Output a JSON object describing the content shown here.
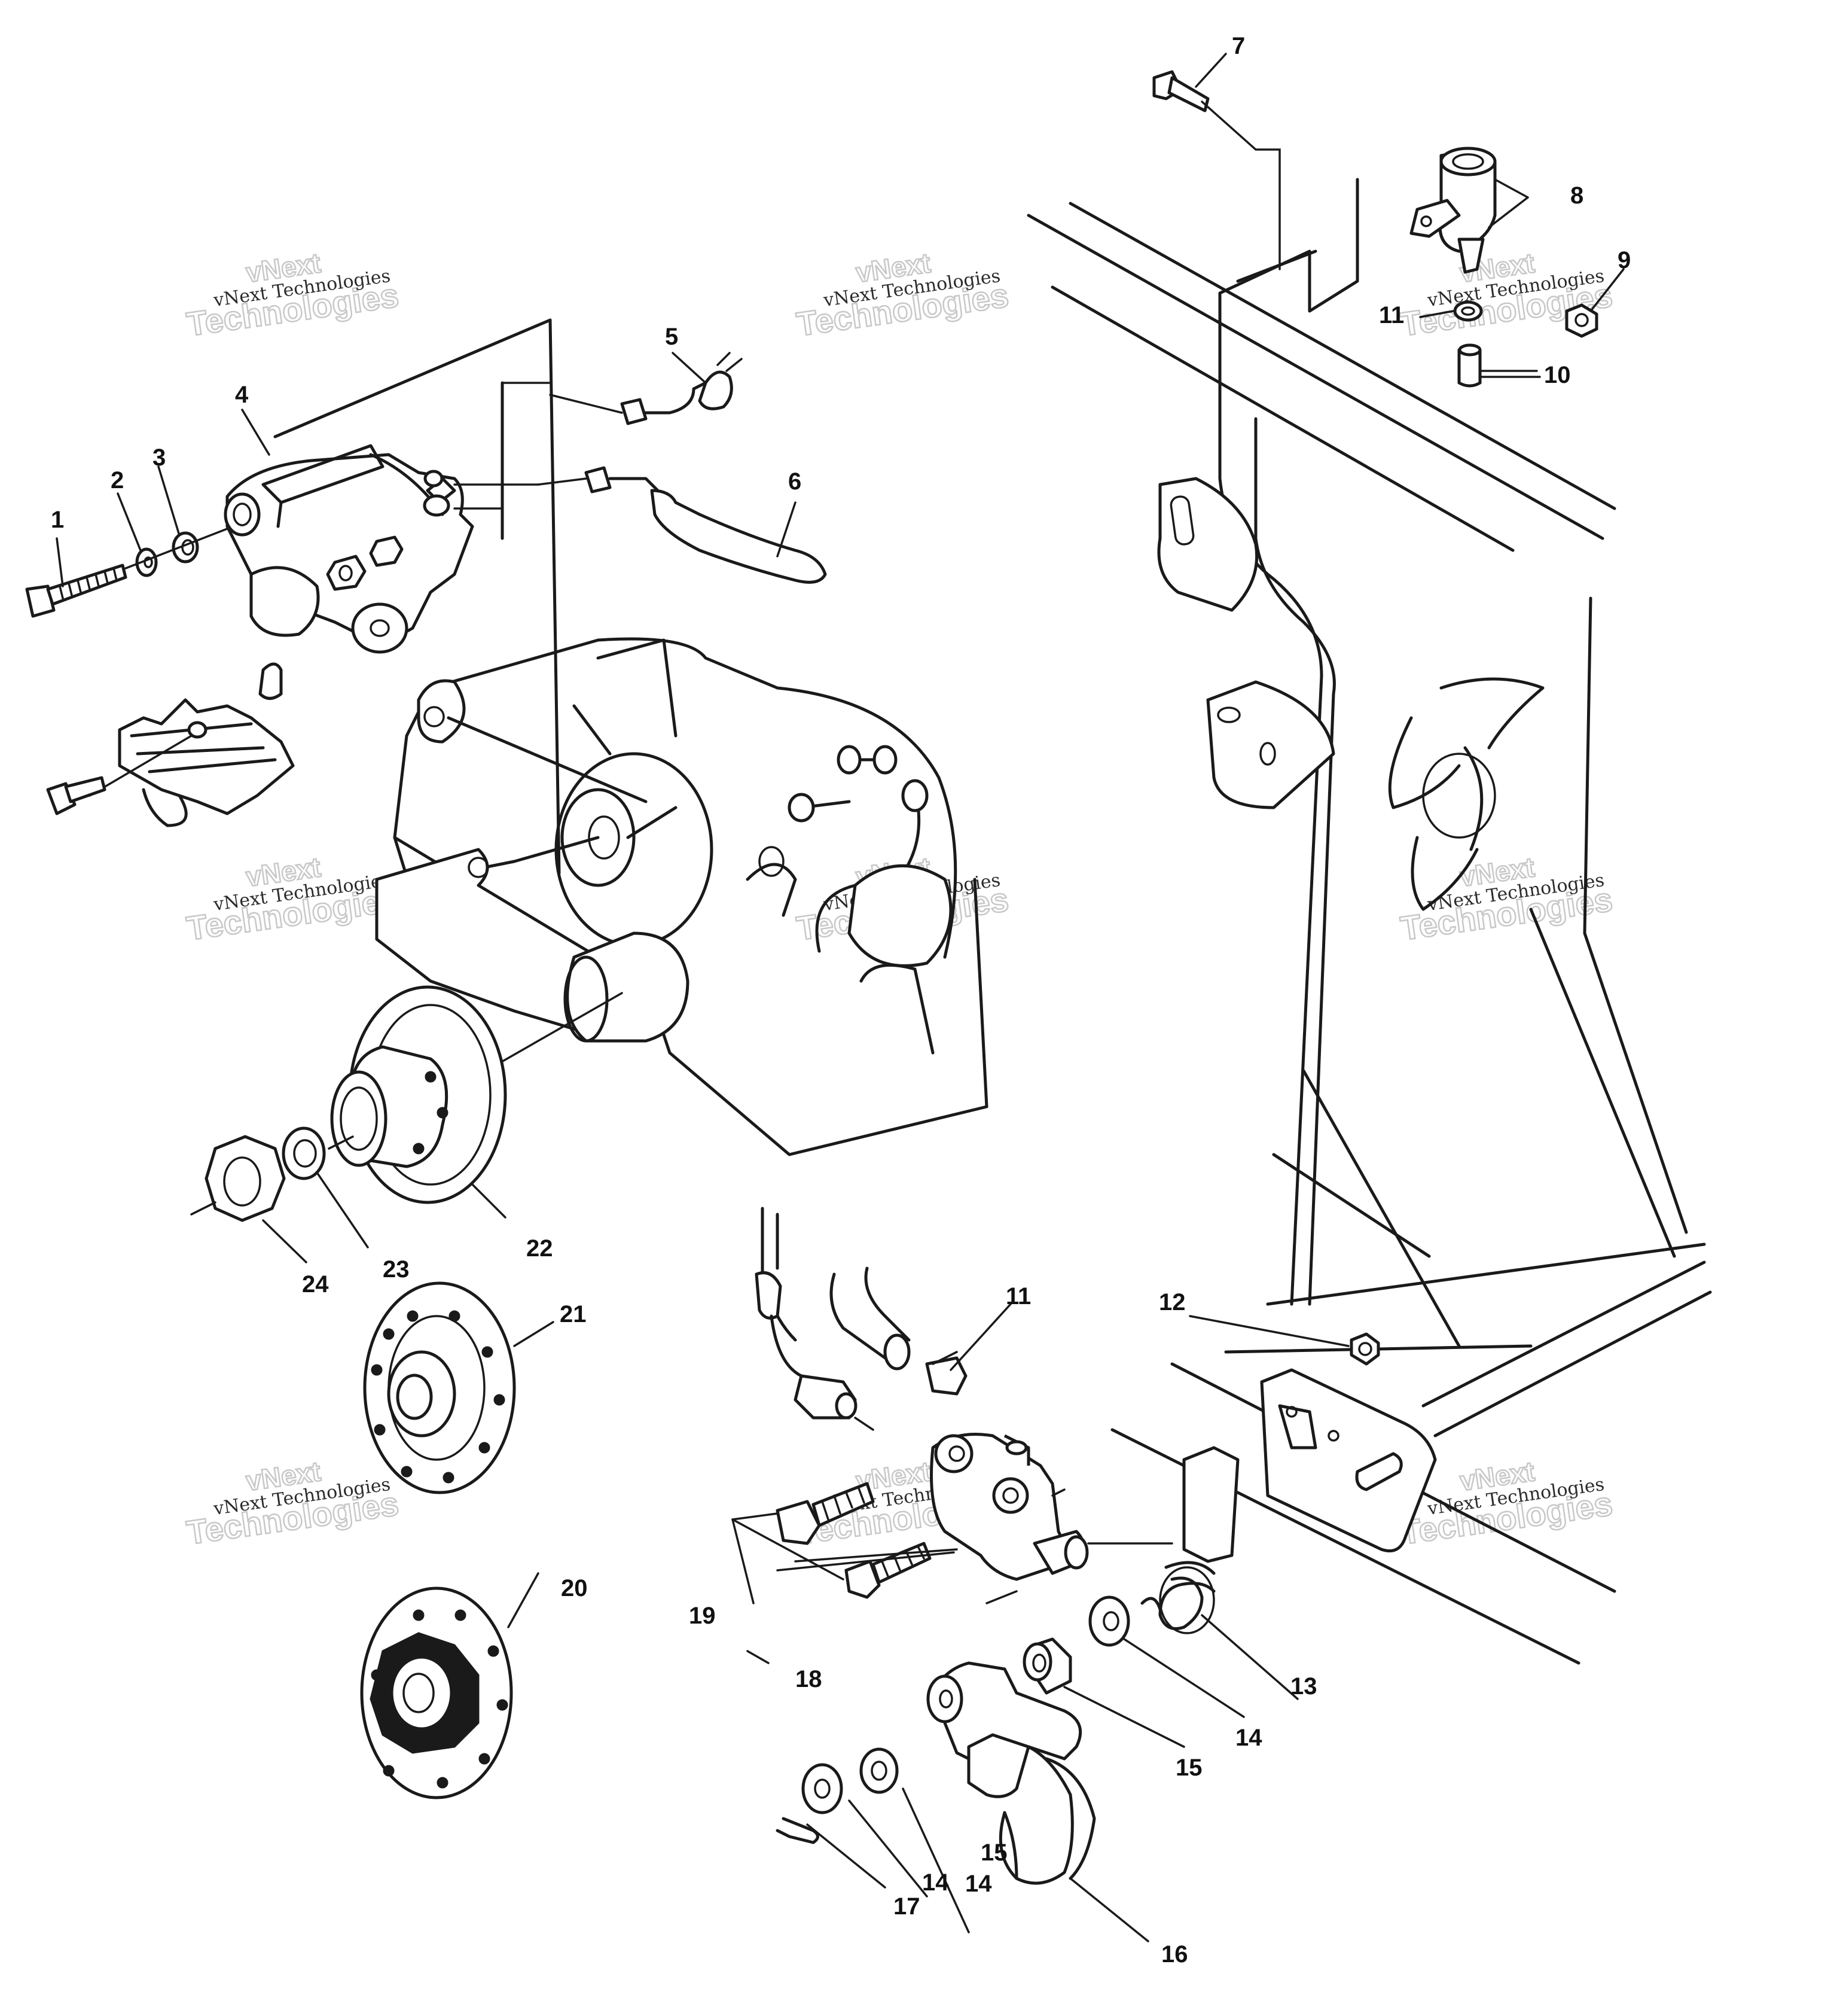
{
  "diagram": {
    "part_callouts": [
      "1",
      "2",
      "3",
      "4",
      "5",
      "6",
      "7",
      "8",
      "9",
      "10",
      "11",
      "11",
      "12",
      "13",
      "14",
      "14",
      "14",
      "15",
      "15",
      "16",
      "17",
      "18",
      "19",
      "20",
      "21",
      "22",
      "23",
      "24"
    ]
  },
  "watermark": {
    "brand_small": "vNext Technologies",
    "brand_big_top": "vNext",
    "brand_big_bottom": "Technologies"
  }
}
